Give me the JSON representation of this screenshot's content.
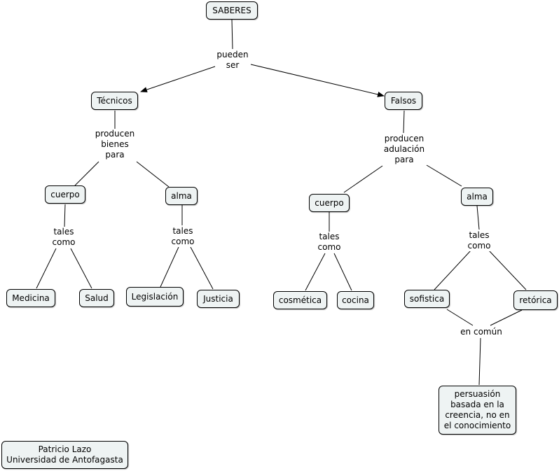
{
  "concepts": {
    "saberes": "SABERES",
    "tecnicos": "Técnicos",
    "falsos": "Falsos",
    "t_cuerpo": "cuerpo",
    "t_alma": "alma",
    "f_cuerpo": "cuerpo",
    "f_alma": "alma",
    "medicina": "Medicina",
    "salud": "Salud",
    "legislacion": "Legislación",
    "justicia": "Justicia",
    "cosmetica": "cosmética",
    "cocina": "cocina",
    "sofistica": "sofistica",
    "retorica": "retórica",
    "persuasion": "persuasión\nbasada en la\ncreencia, no en\nel conocimiento",
    "author": "Patricio Lazo\nUniversidad de Antofagasta"
  },
  "linking_phrases": {
    "pueden_ser": "pueden\nser",
    "producen_bienes": "producen\nbienes\npara",
    "producen_adulacion": "producen\nadulación\npara",
    "tales_como_1": "tales\ncomo",
    "tales_como_2": "tales\ncomo",
    "tales_como_3": "tales\ncomo",
    "tales_como_4": "tales\ncomo",
    "en_comun": "en común"
  },
  "colors": {
    "node_fill": "#eef3f3",
    "border": "#000000",
    "line": "#000000"
  }
}
